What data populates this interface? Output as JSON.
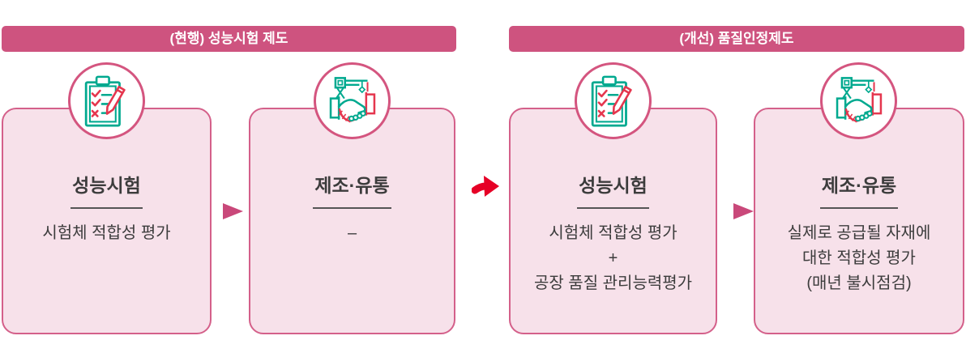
{
  "diagram": {
    "sections": [
      {
        "header_label": "(현행) 성능시험 제도",
        "cards": [
          {
            "icon": "clipboard-checklist-icon",
            "title": "성능시험",
            "lines": [
              "시험체 적합성 평가"
            ]
          },
          {
            "icon": "handshake-crane-icon",
            "title": "제조·유통",
            "lines": [
              "–"
            ]
          }
        ]
      },
      {
        "header_label": "(개선) 품질인정제도",
        "cards": [
          {
            "icon": "clipboard-checklist-icon",
            "title": "성능시험",
            "lines": [
              "시험체 적합성 평가",
              "+",
              "공장 품질 관리능력평가"
            ]
          },
          {
            "icon": "handshake-crane-icon",
            "title": "제조·유통",
            "lines": [
              "실제로 공급될 자재에",
              "대한 적합성 평가",
              "(매년 불시점검)"
            ]
          }
        ]
      }
    ],
    "colors": {
      "header_bg": "#ce537f",
      "header_text": "#ffffff",
      "card_bg": "#f7e1ea",
      "card_border": "#d4608a",
      "title_text": "#3c3c3c",
      "divider": "#555555",
      "small_arrow": "#c9487a",
      "big_arrow": "#e60026",
      "icon_teal": "#00a98f",
      "icon_red": "#e5364e"
    }
  }
}
